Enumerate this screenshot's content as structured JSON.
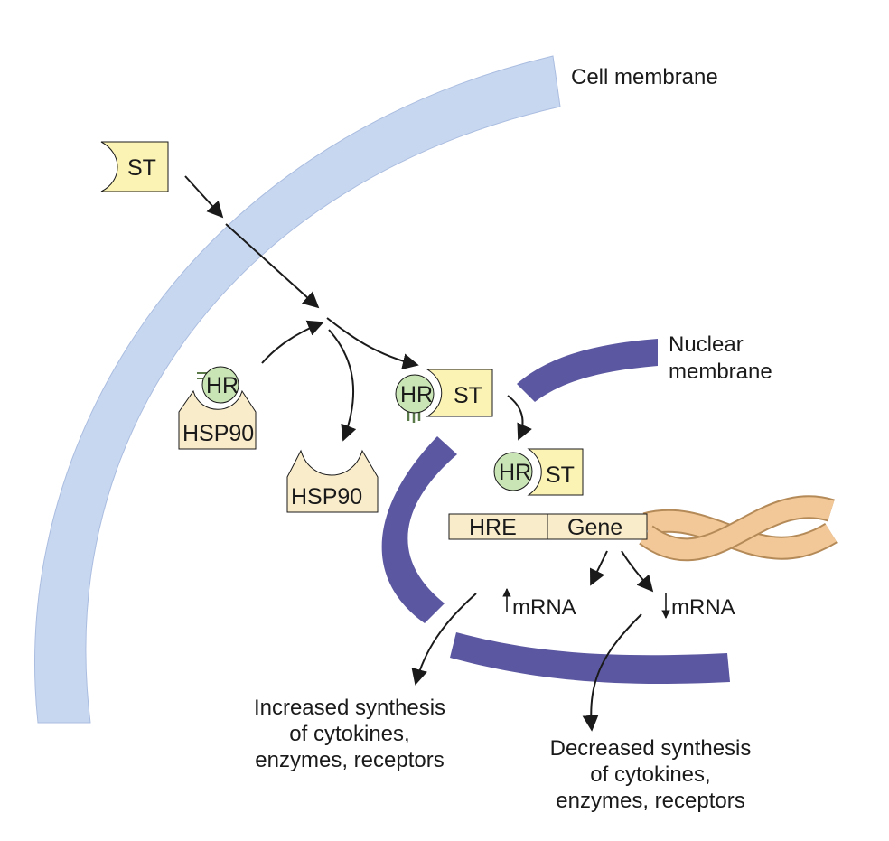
{
  "labels": {
    "cell_membrane": "Cell membrane",
    "nuclear_membrane_line1": "Nuclear",
    "nuclear_membrane_line2": "membrane"
  },
  "molecules": {
    "steroid": "ST",
    "hormone_receptor": "HR",
    "heat_shock_protein": "HSP90"
  },
  "dna": {
    "hre": "HRE",
    "gene": "Gene"
  },
  "mrna": {
    "label": "mRNA"
  },
  "outcomes": {
    "increased": [
      "Increased synthesis",
      "of cytokines,",
      "enzymes, receptors"
    ],
    "decreased": [
      "Decreased synthesis",
      "of cytokines,",
      "enzymes, receptors"
    ]
  },
  "colors": {
    "cell_membrane": "#c8d7f0",
    "nuclear_membrane": "#5b57a0",
    "steroid": "#fbf3b4",
    "receptor": "#c9e5b5",
    "hsp90": "#f9eccb",
    "dna": "#f2c898"
  }
}
